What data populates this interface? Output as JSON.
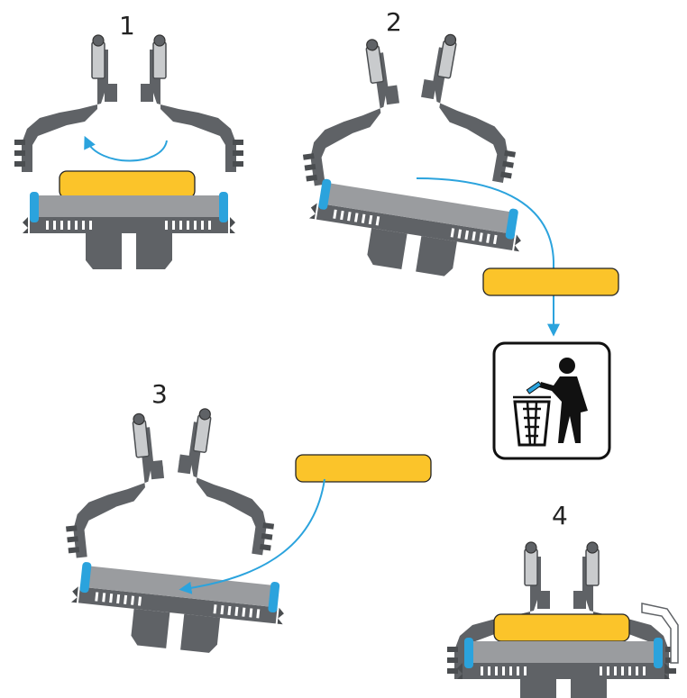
{
  "steps": [
    {
      "label": "1",
      "action": "open-clamps"
    },
    {
      "label": "2",
      "action": "remove-old-pad"
    },
    {
      "label": "3",
      "action": "insert-new-pad"
    },
    {
      "label": "4",
      "action": "closed-with-new-pad"
    }
  ],
  "colors": {
    "housing": "#5f6266",
    "housing_dark": "#4a4d50",
    "clip": "#c9cbcd",
    "bar": "#9a9c9f",
    "pad": "#fbc42a",
    "seal": "#2ba3dd",
    "arrow": "#2ba3dd",
    "ink": "#111111"
  },
  "icons": {
    "trash": "trash-bin-disposal-icon"
  }
}
